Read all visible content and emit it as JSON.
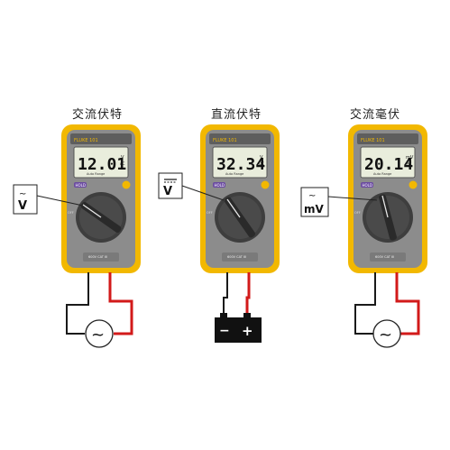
{
  "titles": [
    "交流伏特",
    "直流伏特",
    "交流毫伏"
  ],
  "meters": [
    {
      "reading": "12.01",
      "unit_top": "V",
      "unit_bottom": "AC",
      "sub_label": "Auto Range",
      "mode_label": "V",
      "mode_mark": "~",
      "source_icon": "ac-source-icon"
    },
    {
      "reading": "32.34",
      "unit_top": "V",
      "unit_bottom": "DC",
      "sub_label": "Auto Range",
      "mode_label": "V",
      "mode_mark": "DC",
      "source_icon": "battery-icon"
    },
    {
      "reading": "20.14",
      "unit_top": "mV",
      "unit_bottom": "AC",
      "sub_label": "Auto Range",
      "mode_label": "mV",
      "mode_mark": "~",
      "source_icon": "ac-source-icon"
    }
  ],
  "hold_label": "HOLD",
  "brand_label": "FLUKE 101",
  "cat_label": "600V CAT III",
  "off_label": "OFF",
  "ac_symbol": "~",
  "battery_minus": "−",
  "battery_plus": "+",
  "colors": {
    "body": "#8a8a8a",
    "holster": "#f2b800",
    "lcd": "#e9eddc",
    "lead_red": "#d21a1a",
    "lead_black": "#1a1a1a"
  }
}
